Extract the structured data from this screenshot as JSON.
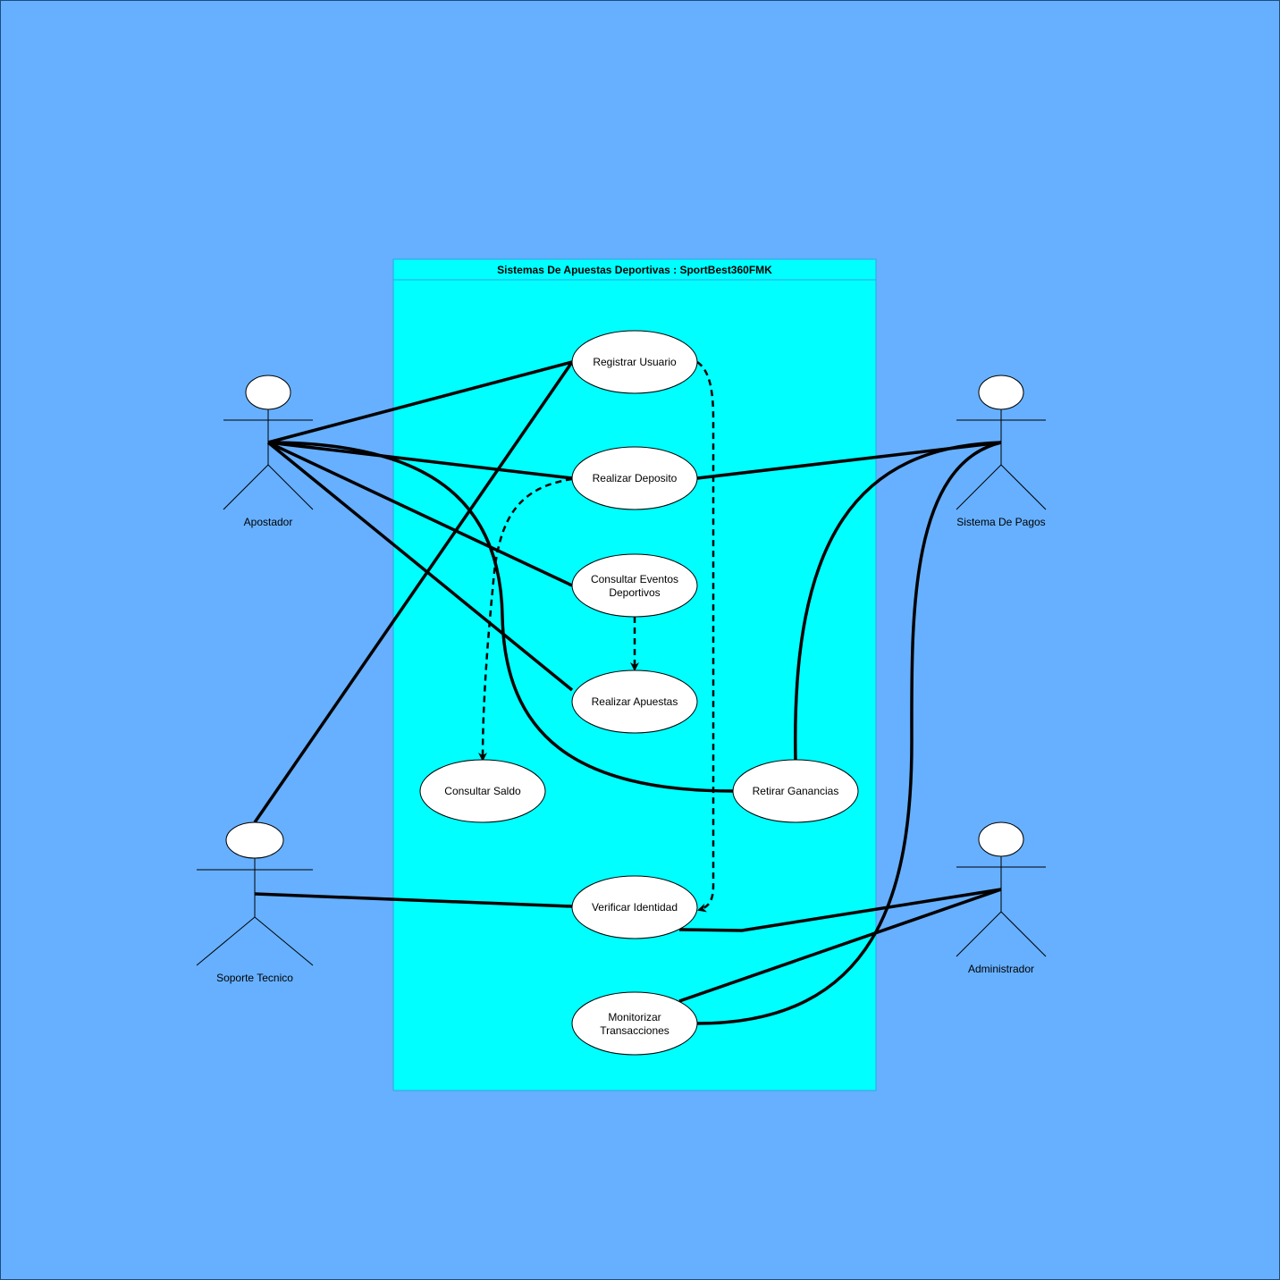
{
  "system": {
    "title": "Sistemas De Apuestas Deportivas : SportBest360FMK"
  },
  "actors": {
    "apostador": "Apostador",
    "sistema_pagos": "Sistema De Pagos",
    "soporte": "Soporte Tecnico",
    "administrador": "Administrador"
  },
  "use_cases": {
    "registrar": "Registrar Usuario",
    "deposito": "Realizar Deposito",
    "eventos_1": "Consultar Eventos",
    "eventos_2": "Deportivos",
    "apuestas": "Realizar Apuestas",
    "saldo": "Consultar Saldo",
    "retirar": "Retirar Ganancias",
    "verificar": "Verificar Identidad",
    "monitorizar_1": "Monitorizar",
    "monitorizar_2": "Transacciones"
  },
  "colors": {
    "background": "#66b0ff",
    "system_box": "#00ffff",
    "system_border": "#33a3e6"
  }
}
